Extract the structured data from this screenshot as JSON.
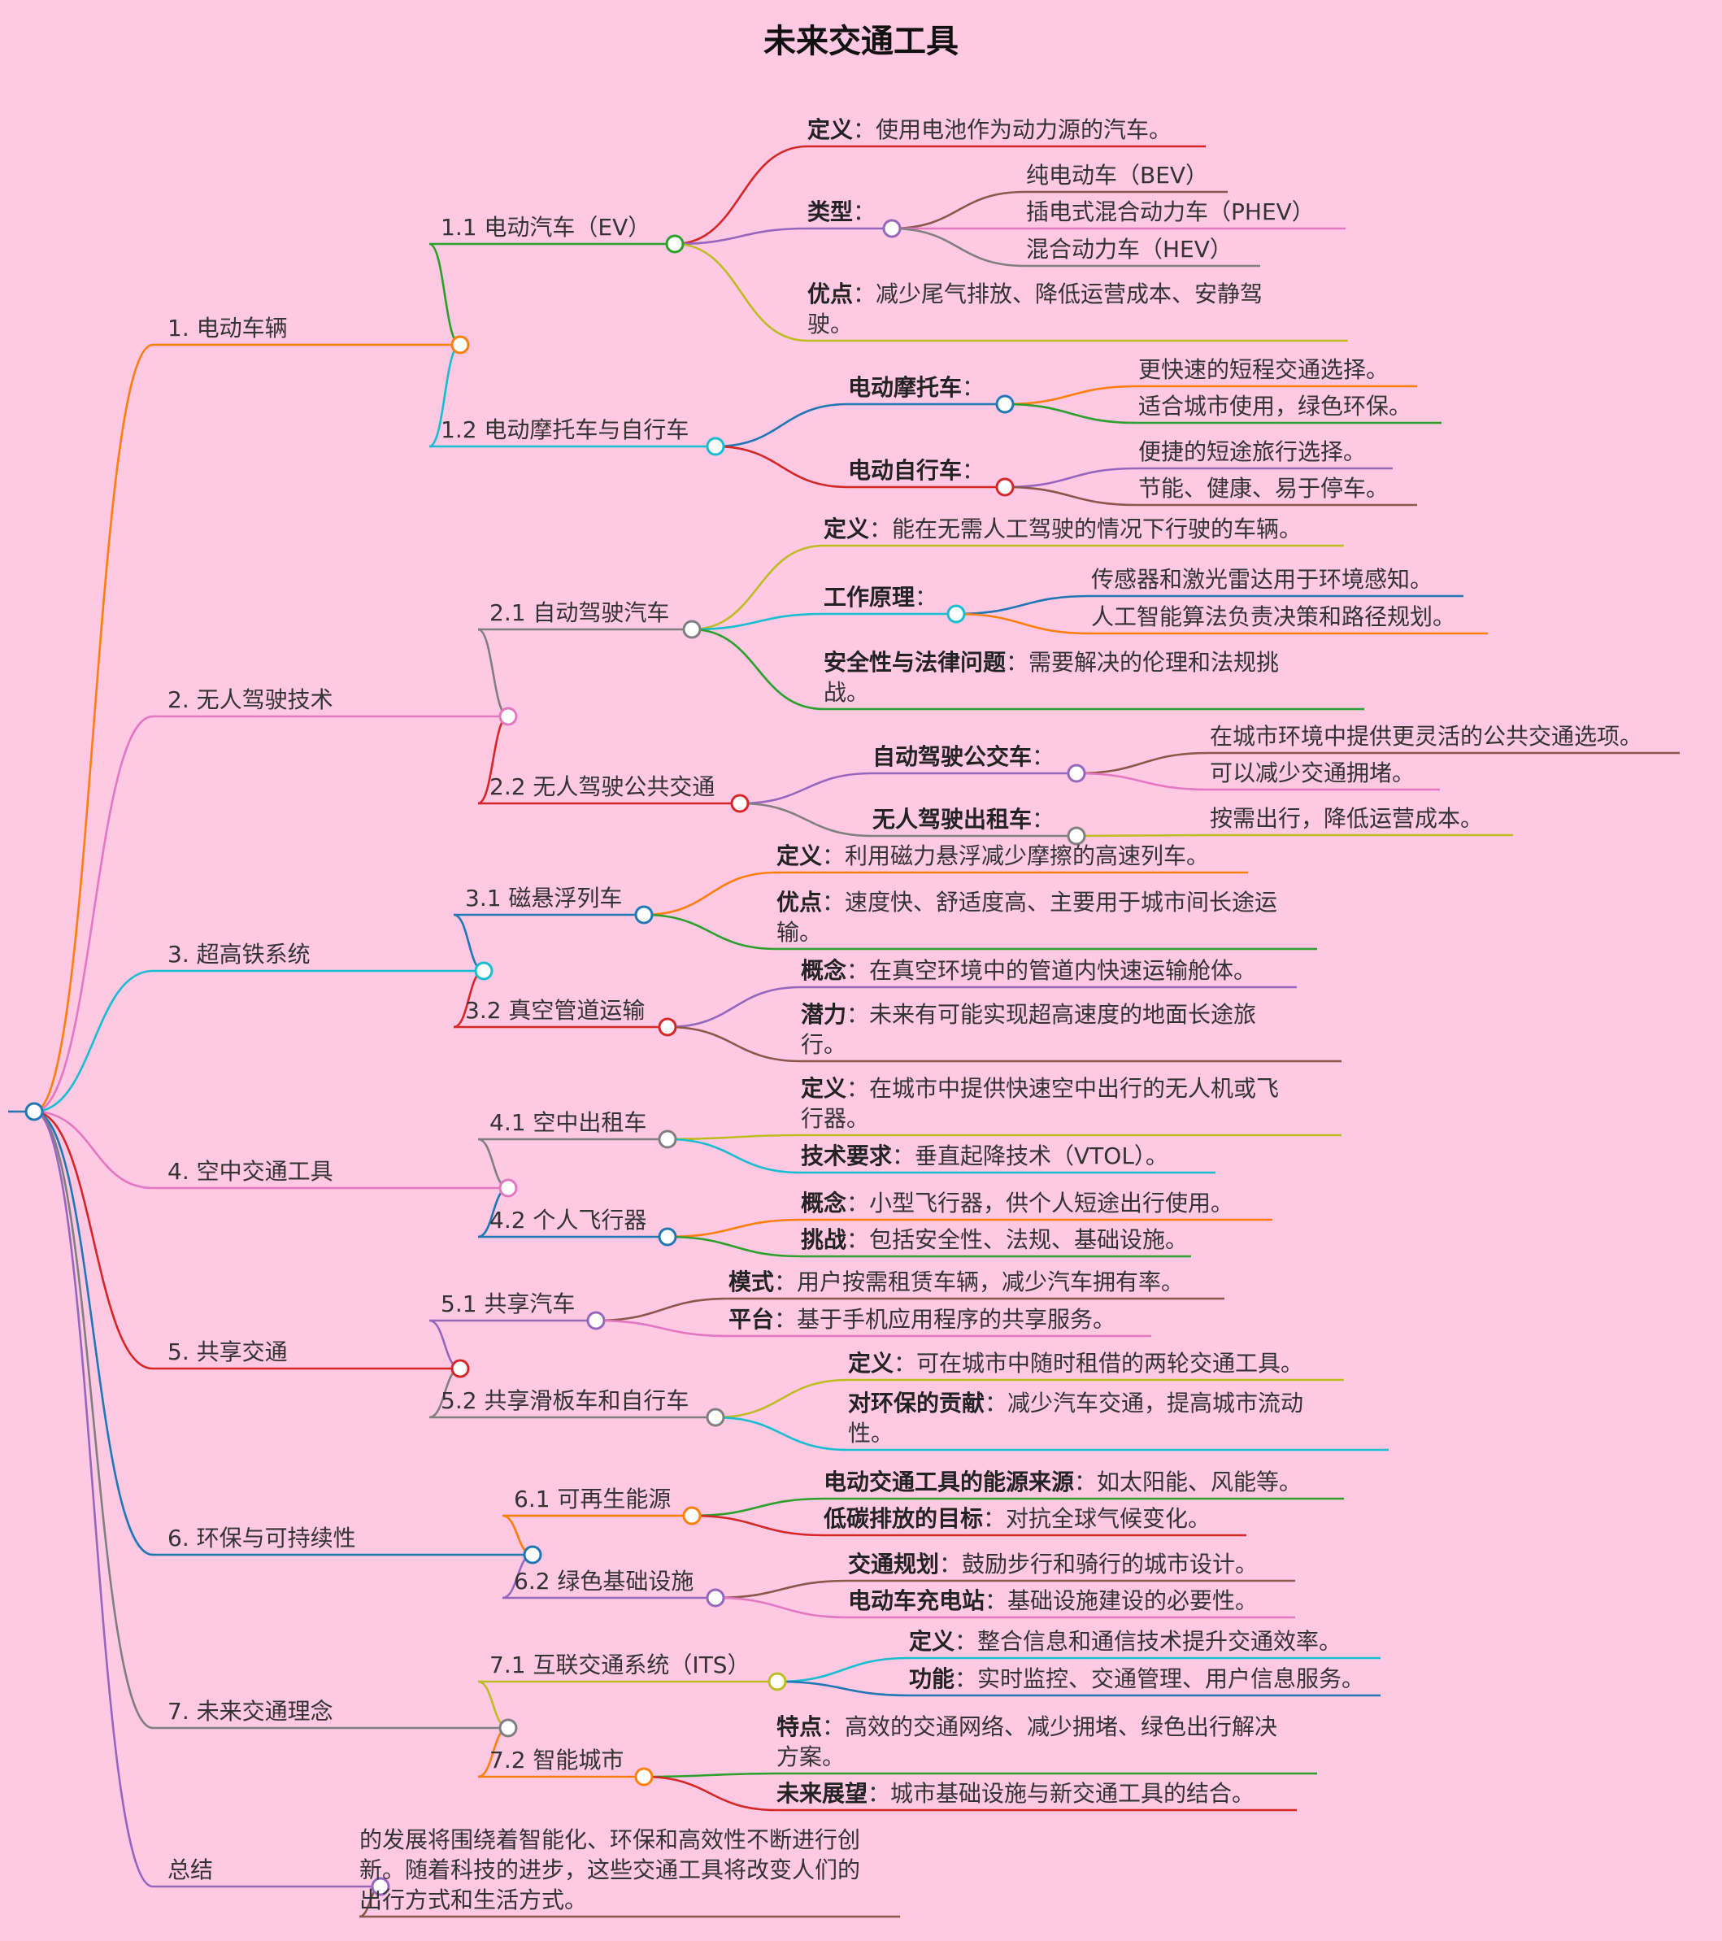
{
  "title": "未来交通工具",
  "branches": [
    {
      "label": "1. 电动车辆",
      "color": "#ff7f0e",
      "children": [
        {
          "label": "1.1 电动汽车（EV）",
          "color": "#2ca02c",
          "children": [
            {
              "key": "定义",
              "text": "：使用电池作为动力源的汽车。",
              "color": "#d62728"
            },
            {
              "key": "类型",
              "text": "：",
              "color": "#9467bd",
              "children": [
                {
                  "text": "纯电动车（BEV）",
                  "color": "#8c564b"
                },
                {
                  "text": "插电式混合动力车（PHEV）",
                  "color": "#e377c2"
                },
                {
                  "text": "混合动力车（HEV）",
                  "color": "#7f7f7f"
                }
              ]
            },
            {
              "key": "优点",
              "text": "：减少尾气排放、降低运营成本、安静驾驶。",
              "color": "#bcbd22"
            }
          ]
        },
        {
          "label": "1.2 电动摩托车与自行车",
          "color": "#17becf",
          "children": [
            {
              "key": "电动摩托车",
              "text": "：",
              "color": "#1f77b4",
              "children": [
                {
                  "text": "更快速的短程交通选择。",
                  "color": "#ff7f0e"
                },
                {
                  "text": "适合城市使用，绿色环保。",
                  "color": "#2ca02c"
                }
              ]
            },
            {
              "key": "电动自行车",
              "text": "：",
              "color": "#d62728",
              "children": [
                {
                  "text": "便捷的短途旅行选择。",
                  "color": "#9467bd"
                },
                {
                  "text": "节能、健康、易于停车。",
                  "color": "#8c564b"
                }
              ]
            }
          ]
        }
      ]
    },
    {
      "label": "2. 无人驾驶技术",
      "color": "#e377c2",
      "children": [
        {
          "label": "2.1 自动驾驶汽车",
          "color": "#7f7f7f",
          "children": [
            {
              "key": "定义",
              "text": "：能在无需人工驾驶的情况下行驶的车辆。",
              "color": "#bcbd22"
            },
            {
              "key": "工作原理",
              "text": "：",
              "color": "#17becf",
              "children": [
                {
                  "text": "传感器和激光雷达用于环境感知。",
                  "color": "#1f77b4"
                },
                {
                  "text": "人工智能算法负责决策和路径规划。",
                  "color": "#ff7f0e"
                }
              ]
            },
            {
              "key": "安全性与法律问题",
              "text": "：需要解决的伦理和法规挑战。",
              "color": "#2ca02c"
            }
          ]
        },
        {
          "label": "2.2 无人驾驶公共交通",
          "color": "#d62728",
          "children": [
            {
              "key": "自动驾驶公交车",
              "text": "：",
              "color": "#9467bd",
              "children": [
                {
                  "text": "在城市环境中提供更灵活的公共交通选项。",
                  "color": "#8c564b"
                },
                {
                  "text": "可以减少交通拥堵。",
                  "color": "#e377c2"
                }
              ]
            },
            {
              "key": "无人驾驶出租车",
              "text": "：",
              "color": "#7f7f7f",
              "children": [
                {
                  "text": "按需出行，降低运营成本。",
                  "color": "#bcbd22"
                }
              ]
            }
          ]
        }
      ]
    },
    {
      "label": "3. 超高铁系统",
      "color": "#17becf",
      "children": [
        {
          "label": "3.1 磁悬浮列车",
          "color": "#1f77b4",
          "children": [
            {
              "key": "定义",
              "text": "：利用磁力悬浮减少摩擦的高速列车。",
              "color": "#ff7f0e"
            },
            {
              "key": "优点",
              "text": "：速度快、舒适度高、主要用于城市间长途运输。",
              "color": "#2ca02c"
            }
          ]
        },
        {
          "label": "3.2 真空管道运输",
          "color": "#d62728",
          "children": [
            {
              "key": "概念",
              "text": "：在真空环境中的管道内快速运输舱体。",
              "color": "#9467bd"
            },
            {
              "key": "潜力",
              "text": "：未来有可能实现超高速度的地面长途旅行。",
              "color": "#8c564b"
            }
          ]
        }
      ]
    },
    {
      "label": "4. 空中交通工具",
      "color": "#e377c2",
      "children": [
        {
          "label": "4.1 空中出租车",
          "color": "#7f7f7f",
          "children": [
            {
              "key": "定义",
              "text": "：在城市中提供快速空中出行的无人机或飞行器。",
              "color": "#bcbd22"
            },
            {
              "key": "技术要求",
              "text": "：垂直起降技术（VTOL）。",
              "color": "#17becf"
            }
          ]
        },
        {
          "label": "4.2 个人飞行器",
          "color": "#1f77b4",
          "children": [
            {
              "key": "概念",
              "text": "：小型飞行器，供个人短途出行使用。",
              "color": "#ff7f0e"
            },
            {
              "key": "挑战",
              "text": "：包括安全性、法规、基础设施。",
              "color": "#2ca02c"
            }
          ]
        }
      ]
    },
    {
      "label": "5. 共享交通",
      "color": "#d62728",
      "children": [
        {
          "label": "5.1 共享汽车",
          "color": "#9467bd",
          "children": [
            {
              "key": "模式",
              "text": "：用户按需租赁车辆，减少汽车拥有率。",
              "color": "#8c564b"
            },
            {
              "key": "平台",
              "text": "：基于手机应用程序的共享服务。",
              "color": "#e377c2"
            }
          ]
        },
        {
          "label": "5.2 共享滑板车和自行车",
          "color": "#7f7f7f",
          "children": [
            {
              "key": "定义",
              "text": "：可在城市中随时租借的两轮交通工具。",
              "color": "#bcbd22"
            },
            {
              "key": "对环保的贡献",
              "text": "：减少汽车交通，提高城市流动性。",
              "color": "#17becf"
            }
          ]
        }
      ]
    },
    {
      "label": "6. 环保与可持续性",
      "color": "#1f77b4",
      "children": [
        {
          "label": "6.1 可再生能源",
          "color": "#ff7f0e",
          "children": [
            {
              "key": "电动交通工具的能源来源",
              "text": "：如太阳能、风能等。",
              "color": "#2ca02c"
            },
            {
              "key": "低碳排放的目标",
              "text": "：对抗全球气候变化。",
              "color": "#d62728"
            }
          ]
        },
        {
          "label": "6.2 绿色基础设施",
          "color": "#9467bd",
          "children": [
            {
              "key": "交通规划",
              "text": "：鼓励步行和骑行的城市设计。",
              "color": "#8c564b"
            },
            {
              "key": "电动车充电站",
              "text": "：基础设施建设的必要性。",
              "color": "#e377c2"
            }
          ]
        }
      ]
    },
    {
      "label": "7. 未来交通理念",
      "color": "#7f7f7f",
      "children": [
        {
          "label": "7.1 互联交通系统（ITS）",
          "color": "#bcbd22",
          "children": [
            {
              "key": "定义",
              "text": "：整合信息和通信技术提升交通效率。",
              "color": "#17becf"
            },
            {
              "key": "功能",
              "text": "：实时监控、交通管理、用户信息服务。",
              "color": "#1f77b4"
            }
          ]
        },
        {
          "label": "7.2 智能城市",
          "color": "#ff7f0e",
          "children": [
            {
              "key": "特点",
              "text": "：高效的交通网络、减少拥堵、绿色出行解决方案。",
              "color": "#2ca02c"
            },
            {
              "key": "未来展望",
              "text": "：城市基础设施与新交通工具的结合。",
              "color": "#d62728"
            }
          ]
        }
      ]
    },
    {
      "label": "总结",
      "color": "#9467bd",
      "children": [
        {
          "text": "的发展将围绕着智能化、环保和高效性不断进行创新。随着科技的进步，这些交通工具将改变人们的出行方式和生活方式。",
          "color": "#8c564b"
        }
      ]
    }
  ]
}
